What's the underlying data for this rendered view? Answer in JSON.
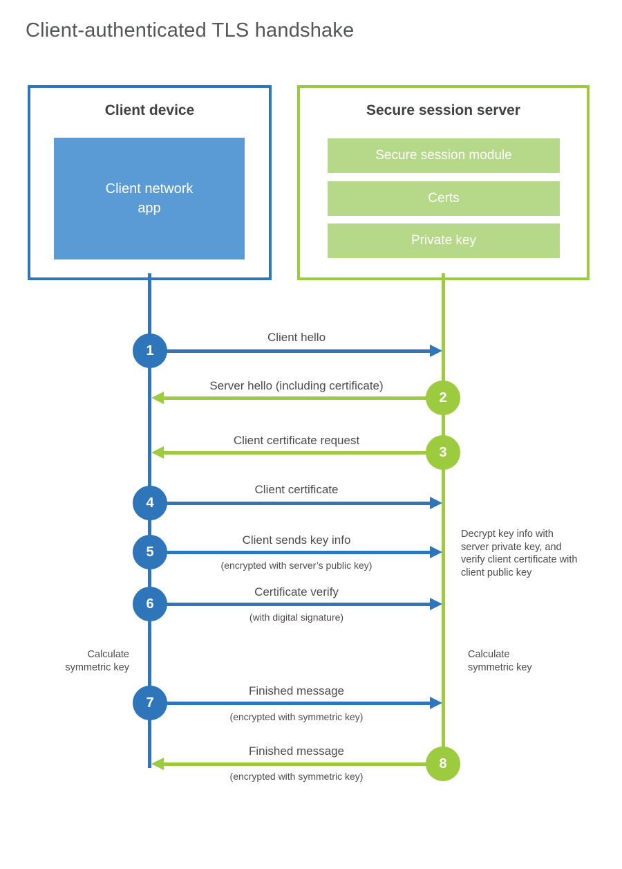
{
  "title": "Client-authenticated TLS handshake",
  "colors": {
    "blue_main": "#2e75ba",
    "blue_fill": "#5b9bd5",
    "green_main": "#9dcb3f",
    "green_fill": "#b6d889",
    "title_text": "#55565a",
    "heading_text": "#3f4041",
    "body_text": "#4b4b4d"
  },
  "client": {
    "title": "Client device",
    "app_label": "Client network app"
  },
  "server": {
    "title": "Secure session server",
    "modules": [
      "Secure session module",
      "Certs",
      "Private key"
    ]
  },
  "steps": [
    {
      "num": "1",
      "direction": "client-to-server",
      "label": "Client hello",
      "sub": ""
    },
    {
      "num": "2",
      "direction": "server-to-client",
      "label": "Server hello (including certificate)",
      "sub": ""
    },
    {
      "num": "3",
      "direction": "server-to-client",
      "label": "Client certificate request",
      "sub": ""
    },
    {
      "num": "4",
      "direction": "client-to-server",
      "label": "Client certificate",
      "sub": ""
    },
    {
      "num": "5",
      "direction": "client-to-server",
      "label": "Client sends key info",
      "sub": "(encrypted with server’s public key)"
    },
    {
      "num": "6",
      "direction": "client-to-server",
      "label": "Certificate verify",
      "sub": "(with digital signature)"
    },
    {
      "num": "7",
      "direction": "client-to-server",
      "label": "Finished message",
      "sub": "(encrypted with symmetric key)"
    },
    {
      "num": "8",
      "direction": "server-to-client",
      "label": "Finished message",
      "sub": "(encrypted with symmetric key)"
    }
  ],
  "notes": {
    "decrypt": "Decrypt key info with server private key, and verify client certificate with client public key",
    "calc_left": "Calculate symmetric key",
    "calc_right": "Calculate symmetric key"
  }
}
